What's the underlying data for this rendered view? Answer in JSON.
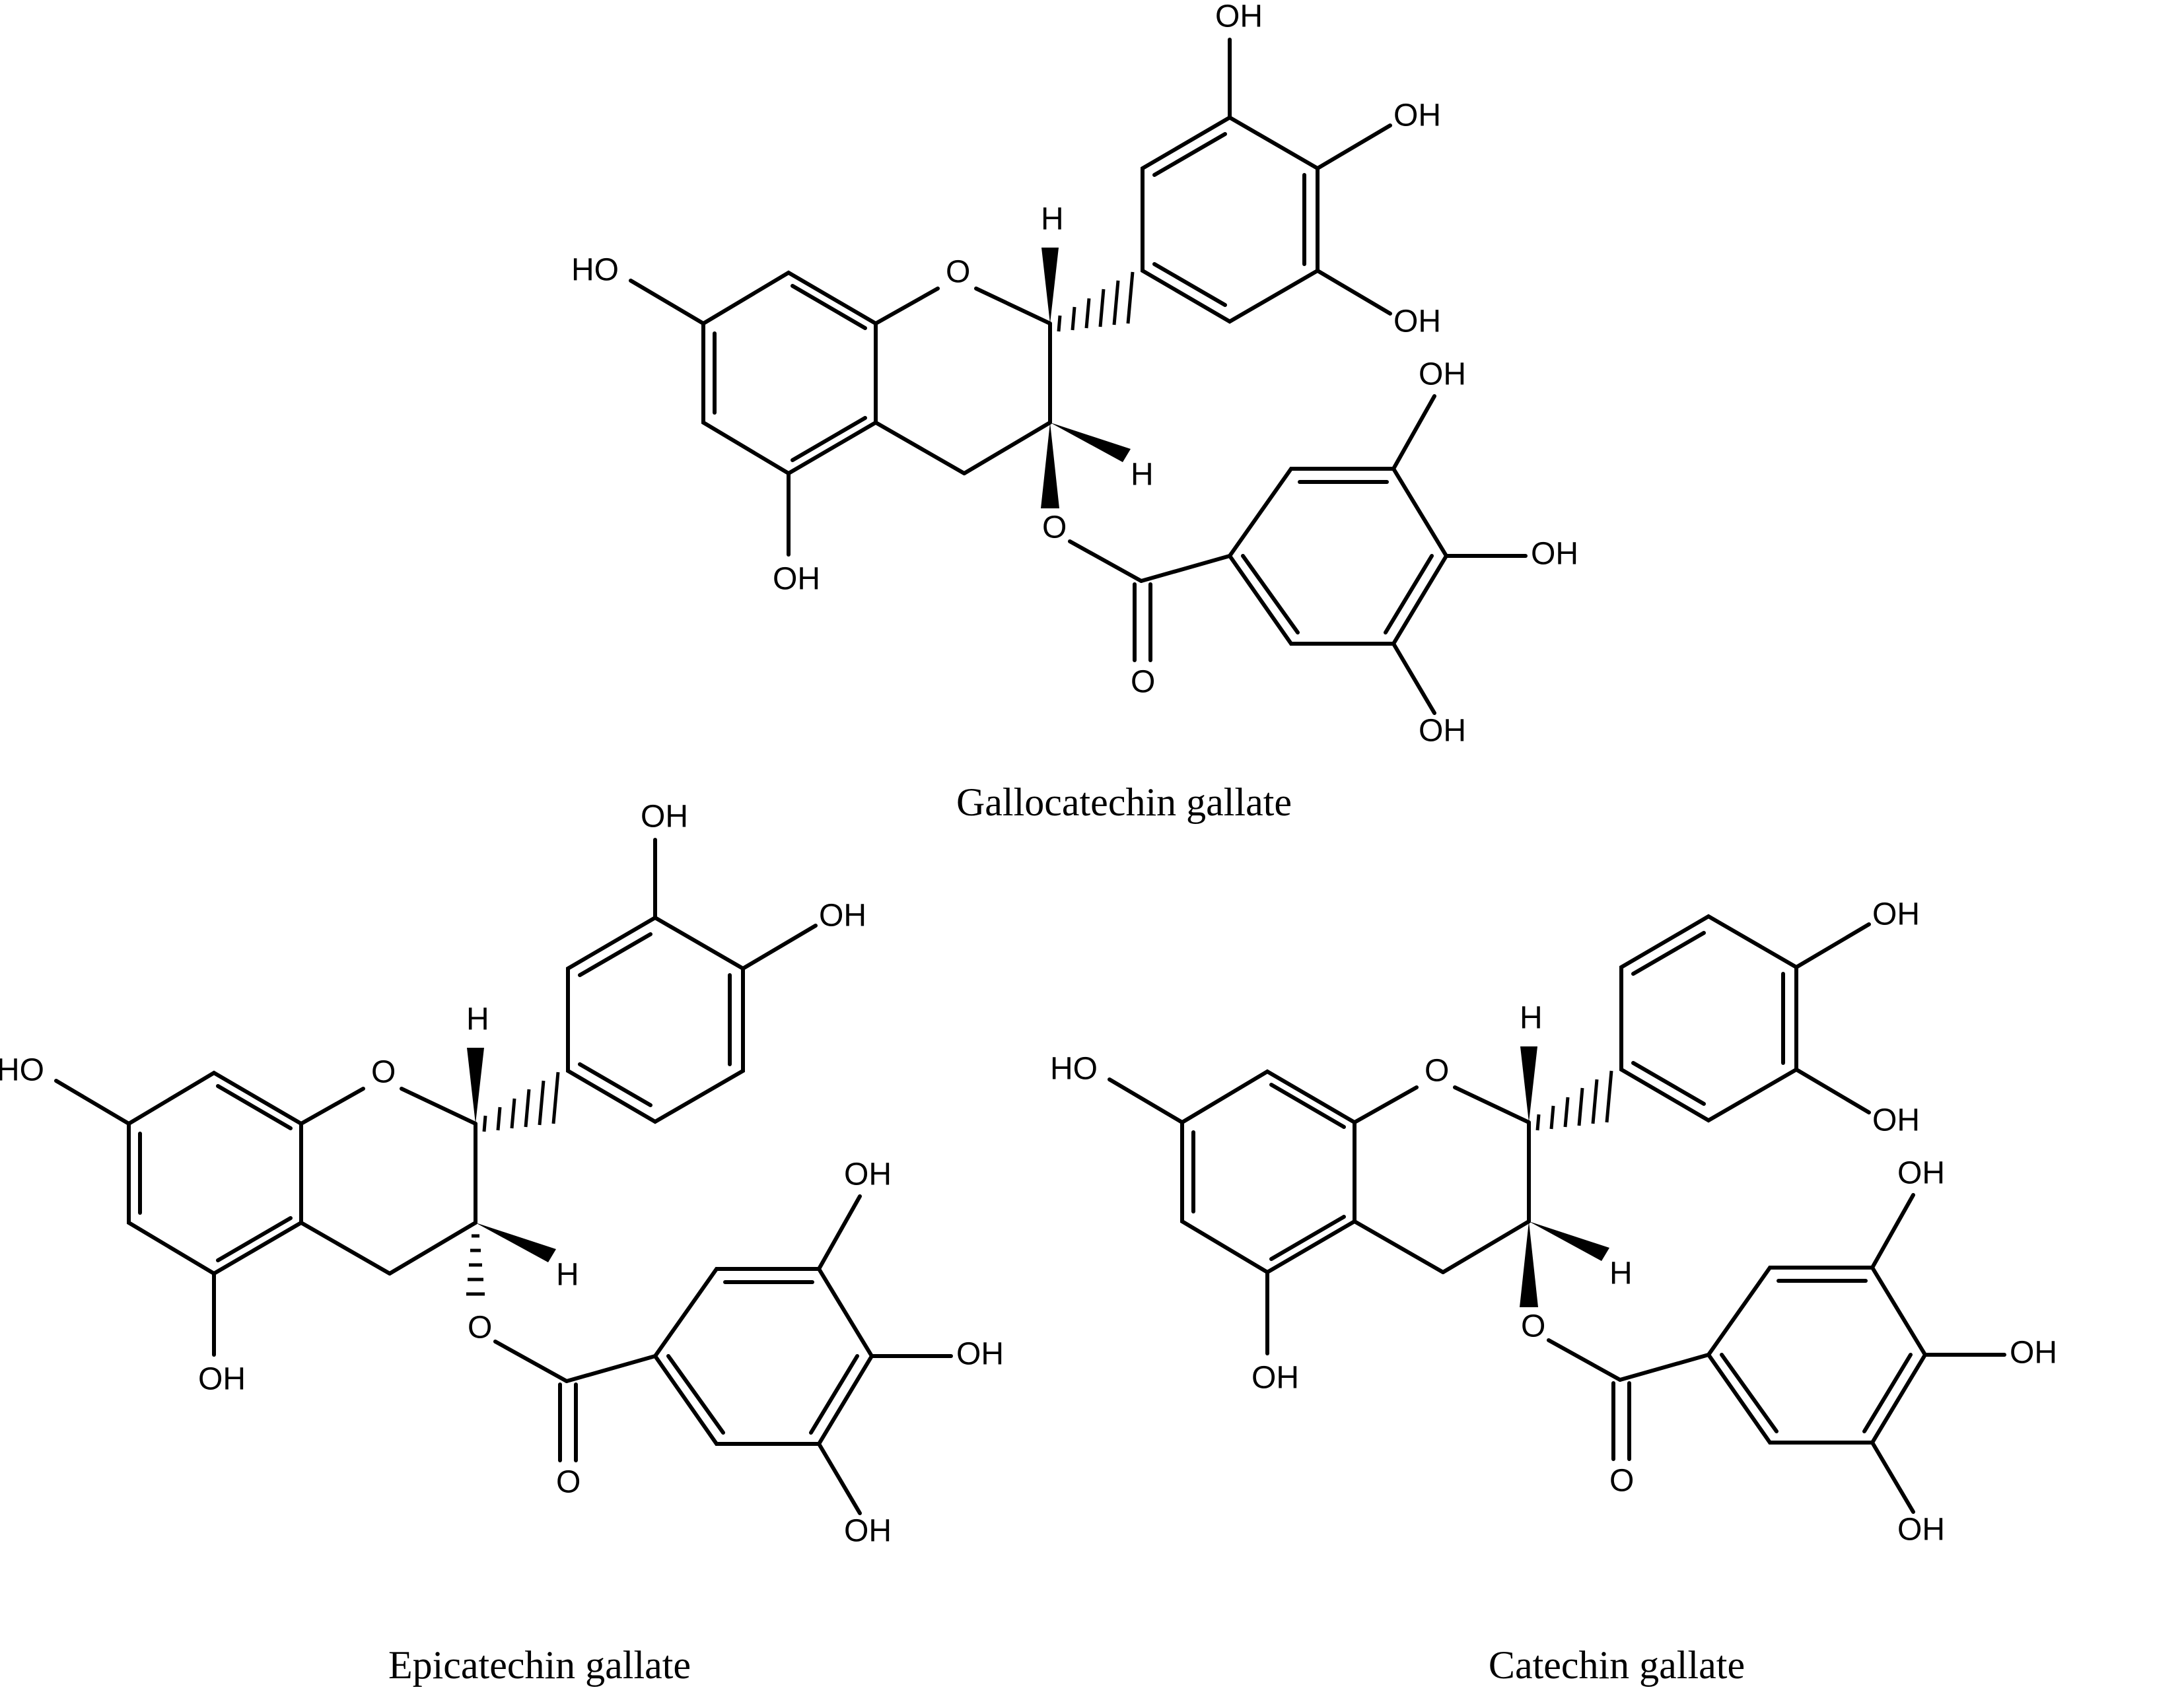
{
  "molecules": [
    {
      "name": "Gallocatechin gallate",
      "atoms": {
        "a1": "HO",
        "a2": "OH",
        "a3": "O",
        "a4": "H",
        "a5": "OH",
        "a6": "OH",
        "a7": "OH",
        "a8": "H",
        "a9": "O",
        "a10": "OH",
        "a11": "OH",
        "a12": "O",
        "a13": "OH"
      }
    },
    {
      "name": "Epicatechin gallate",
      "atoms": {
        "a1": "HO",
        "a2": "OH",
        "a3": "O",
        "a4": "H",
        "a5": "OH",
        "a6": "OH",
        "a8": "H",
        "a9": "O",
        "a10": "OH",
        "a11": "OH",
        "a12": "O",
        "a13": "OH"
      }
    },
    {
      "name": "Catechin gallate",
      "atoms": {
        "a1": "HO",
        "a2": "OH",
        "a3": "O",
        "a4": "H",
        "a5": "OH",
        "a6": "OH",
        "a8": "H",
        "a9": "O",
        "a10": "OH",
        "a11": "OH",
        "a12": "O",
        "a13": "OH"
      }
    }
  ]
}
